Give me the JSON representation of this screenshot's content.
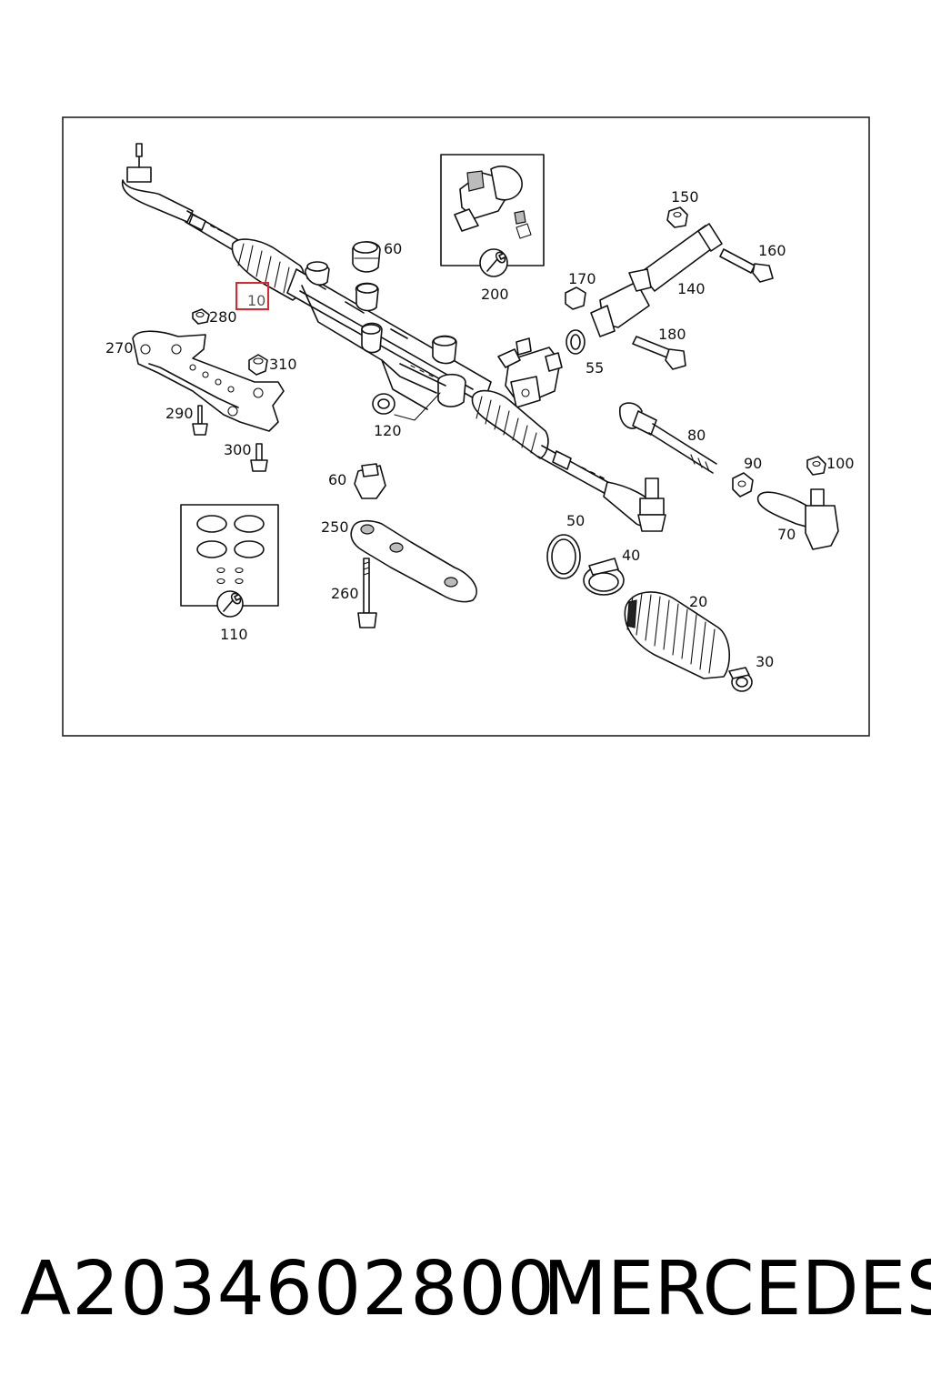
{
  "callouts": {
    "c10": "10",
    "c20": "20",
    "c30": "30",
    "c40": "40",
    "c50": "50",
    "c55": "55",
    "c60a": "60",
    "c60b": "60",
    "c70": "70",
    "c80": "80",
    "c90": "90",
    "c100": "100",
    "c110": "110",
    "c120": "120",
    "c140": "140",
    "c150": "150",
    "c160": "160",
    "c170": "170",
    "c180": "180",
    "c200": "200",
    "c250": "250",
    "c260": "260",
    "c270": "270",
    "c280": "280",
    "c290": "290",
    "c300": "300",
    "c310": "310"
  },
  "highlight": {
    "part": "10",
    "color": "#e0262a"
  },
  "footer": {
    "part_number": "A2034602800",
    "brand": "MERCEDES"
  },
  "colors": {
    "line": "#111111",
    "background": "#ffffff",
    "frame": "#222222"
  }
}
